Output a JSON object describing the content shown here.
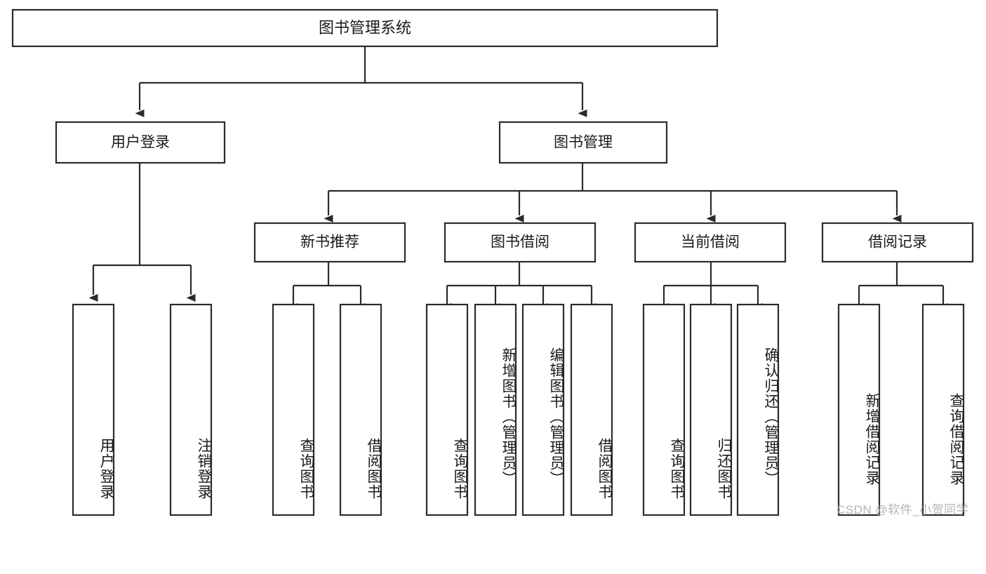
{
  "diagram": {
    "type": "tree-hierarchy",
    "title": "图书管理系统",
    "watermark": "CSDN @软件_小贺同学",
    "colors": {
      "stroke": "#2b2b2b",
      "fill": "#ffffff",
      "text": "#1a1a1a",
      "watermark": "#b4b4b4",
      "background": "#ffffff"
    },
    "levels": {
      "root": {
        "label": "图书管理系统"
      },
      "level2": [
        {
          "id": "user-login",
          "label": "用户登录"
        },
        {
          "id": "book-management",
          "label": "图书管理"
        }
      ],
      "level3": [
        {
          "id": "new-book-recommend",
          "label": "新书推荐"
        },
        {
          "id": "book-borrow",
          "label": "图书借阅"
        },
        {
          "id": "current-borrow",
          "label": "当前借阅"
        },
        {
          "id": "borrow-record",
          "label": "借阅记录"
        }
      ],
      "leaves": [
        {
          "id": "leaf-user-login",
          "label": "用户登录",
          "parent": "user-login"
        },
        {
          "id": "leaf-logout",
          "label": "注销登录",
          "parent": "user-login"
        },
        {
          "id": "leaf-query-book-1",
          "label": "查询图书",
          "parent": "new-book-recommend"
        },
        {
          "id": "leaf-borrow-book-1",
          "label": "借阅图书",
          "parent": "new-book-recommend"
        },
        {
          "id": "leaf-query-book-2",
          "label": "查询图书",
          "parent": "book-borrow"
        },
        {
          "id": "leaf-add-book",
          "label": "新增图书（管理员）",
          "parent": "book-borrow"
        },
        {
          "id": "leaf-edit-book",
          "label": "编辑图书（管理员）",
          "parent": "book-borrow"
        },
        {
          "id": "leaf-borrow-book-2",
          "label": "借阅图书",
          "parent": "book-borrow"
        },
        {
          "id": "leaf-query-book-3",
          "label": "查询图书",
          "parent": "current-borrow"
        },
        {
          "id": "leaf-return-book",
          "label": "归还图书",
          "parent": "current-borrow"
        },
        {
          "id": "leaf-confirm-return",
          "label": "确认归还（管理员）",
          "parent": "current-borrow"
        },
        {
          "id": "leaf-add-record",
          "label": "新增借阅记录",
          "parent": "borrow-record"
        },
        {
          "id": "leaf-query-record",
          "label": "查询借阅记录",
          "parent": "borrow-record"
        }
      ]
    }
  }
}
